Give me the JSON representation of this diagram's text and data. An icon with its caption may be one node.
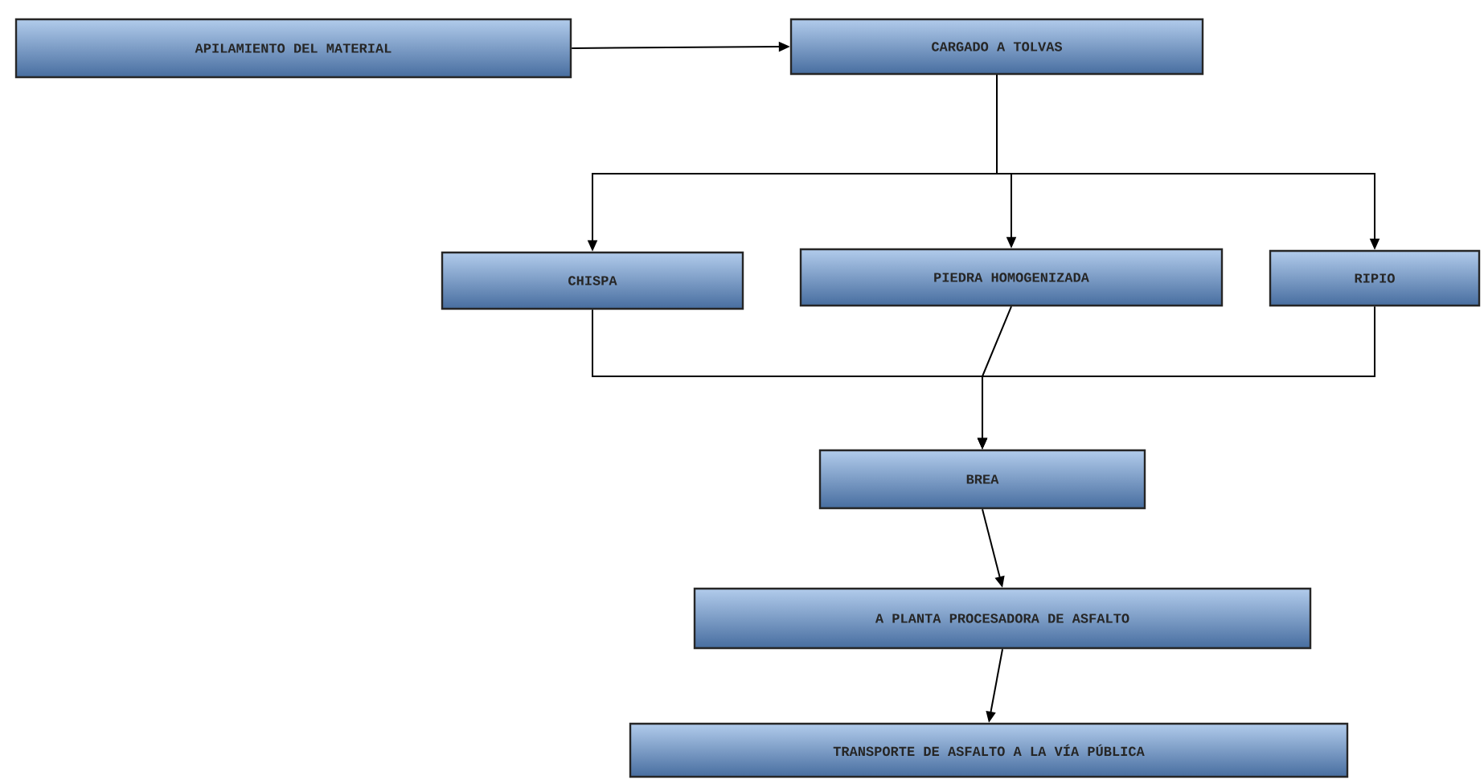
{
  "diagram": {
    "nodes": [
      {
        "text": [
          "APILAMIENTO DEL MATERIAL"
        ]
      },
      {
        "text": [
          "CARGADO  A TOLVAS"
        ]
      },
      {
        "text": [
          "CHISPA"
        ]
      },
      {
        "text": [
          "PIEDRA HOMOGENIZADA"
        ]
      },
      {
        "text": [
          "RIPIO"
        ]
      },
      {
        "text": [
          "BREA"
        ]
      },
      {
        "text": [
          "A PLANTA PROCESADORA DE ASFALTO"
        ]
      },
      {
        "text": [
          "TRANSPORTE DE ASFALTO A LA VÍA PÚBLICA"
        ]
      }
    ],
    "edges": [
      {
        "from": 0,
        "to": 1,
        "arrow": "to"
      },
      {
        "from": 1,
        "to": 2,
        "arrow": "to"
      },
      {
        "from": 1,
        "to": 3,
        "arrow": "to"
      },
      {
        "from": 1,
        "to": 4,
        "arrow": "to"
      },
      {
        "from": 2,
        "to": 5,
        "arrow": "to"
      },
      {
        "from": 3,
        "to": 5,
        "arrow": "to"
      },
      {
        "from": 4,
        "to": 5,
        "arrow": "to"
      },
      {
        "from": 5,
        "to": 6,
        "arrow": "to"
      },
      {
        "from": 6,
        "to": 7,
        "arrow": "to"
      }
    ]
  }
}
